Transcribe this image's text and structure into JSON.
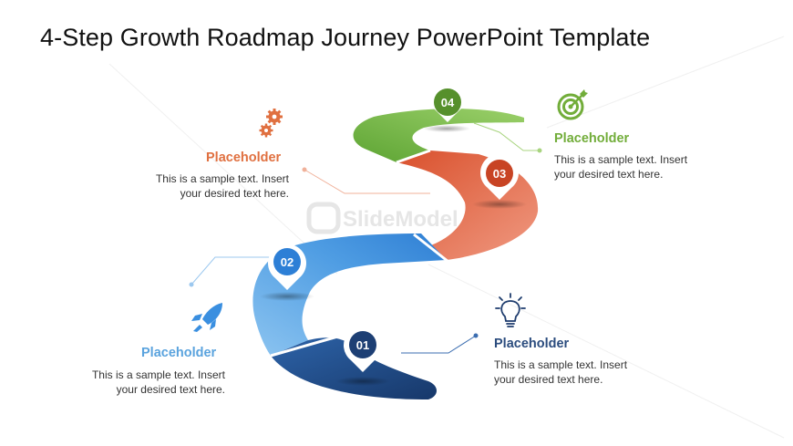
{
  "title": "4-Step Growth Roadmap Journey PowerPoint Template",
  "watermark": "SlideModel",
  "colors": {
    "step1": "#1f4e8c",
    "step2": "#3f8fde",
    "step3": "#e2623e",
    "step4": "#6db33f",
    "placeholder1": "#2b4c7e",
    "placeholder2": "#5aa3de",
    "placeholder3": "#e07040",
    "placeholder4": "#72ad3a"
  },
  "steps": [
    {
      "number": "01",
      "heading": "Placeholder",
      "text_line1": "This is a sample text. Insert",
      "text_line2": "your desired text here.",
      "icon": "lightbulb-icon"
    },
    {
      "number": "02",
      "heading": "Placeholder",
      "text_line1": "This is a sample text. Insert",
      "text_line2": "your desired text here.",
      "icon": "rocket-icon"
    },
    {
      "number": "03",
      "heading": "Placeholder",
      "text_line1": "This is a sample text. Insert",
      "text_line2": "your desired text here.",
      "icon": "gears-icon"
    },
    {
      "number": "04",
      "heading": "Placeholder",
      "text_line1": "This is a sample text. Insert",
      "text_line2": "your desired text here.",
      "icon": "target-icon"
    }
  ]
}
